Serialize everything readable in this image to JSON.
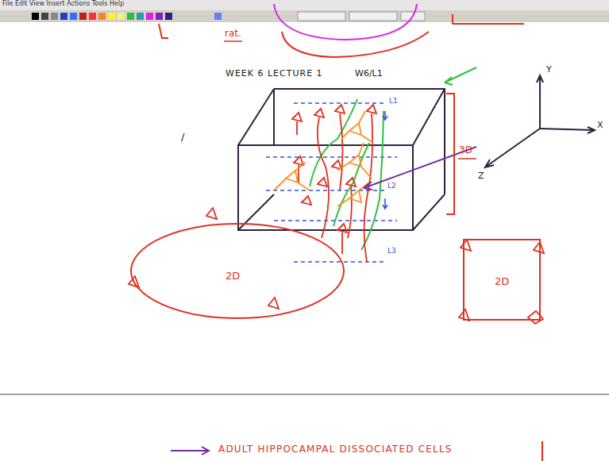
{
  "diagram": {
    "nodes": [
      {
        "text": [
          "2D"
        ]
      },
      {
        "text": [
          "2D"
        ]
      }
    ],
    "labels": [
      "File Edit View Insert Actions Tools Help",
      "rat.",
      "WEEK 6 LECTURE 1",
      "W6/L1",
      "L1",
      "L2",
      "L3",
      "3D",
      "Y",
      "X",
      "Z",
      "/",
      "ADULT HIPPOCAMPAL DISSOCIATED CELLS"
    ]
  }
}
